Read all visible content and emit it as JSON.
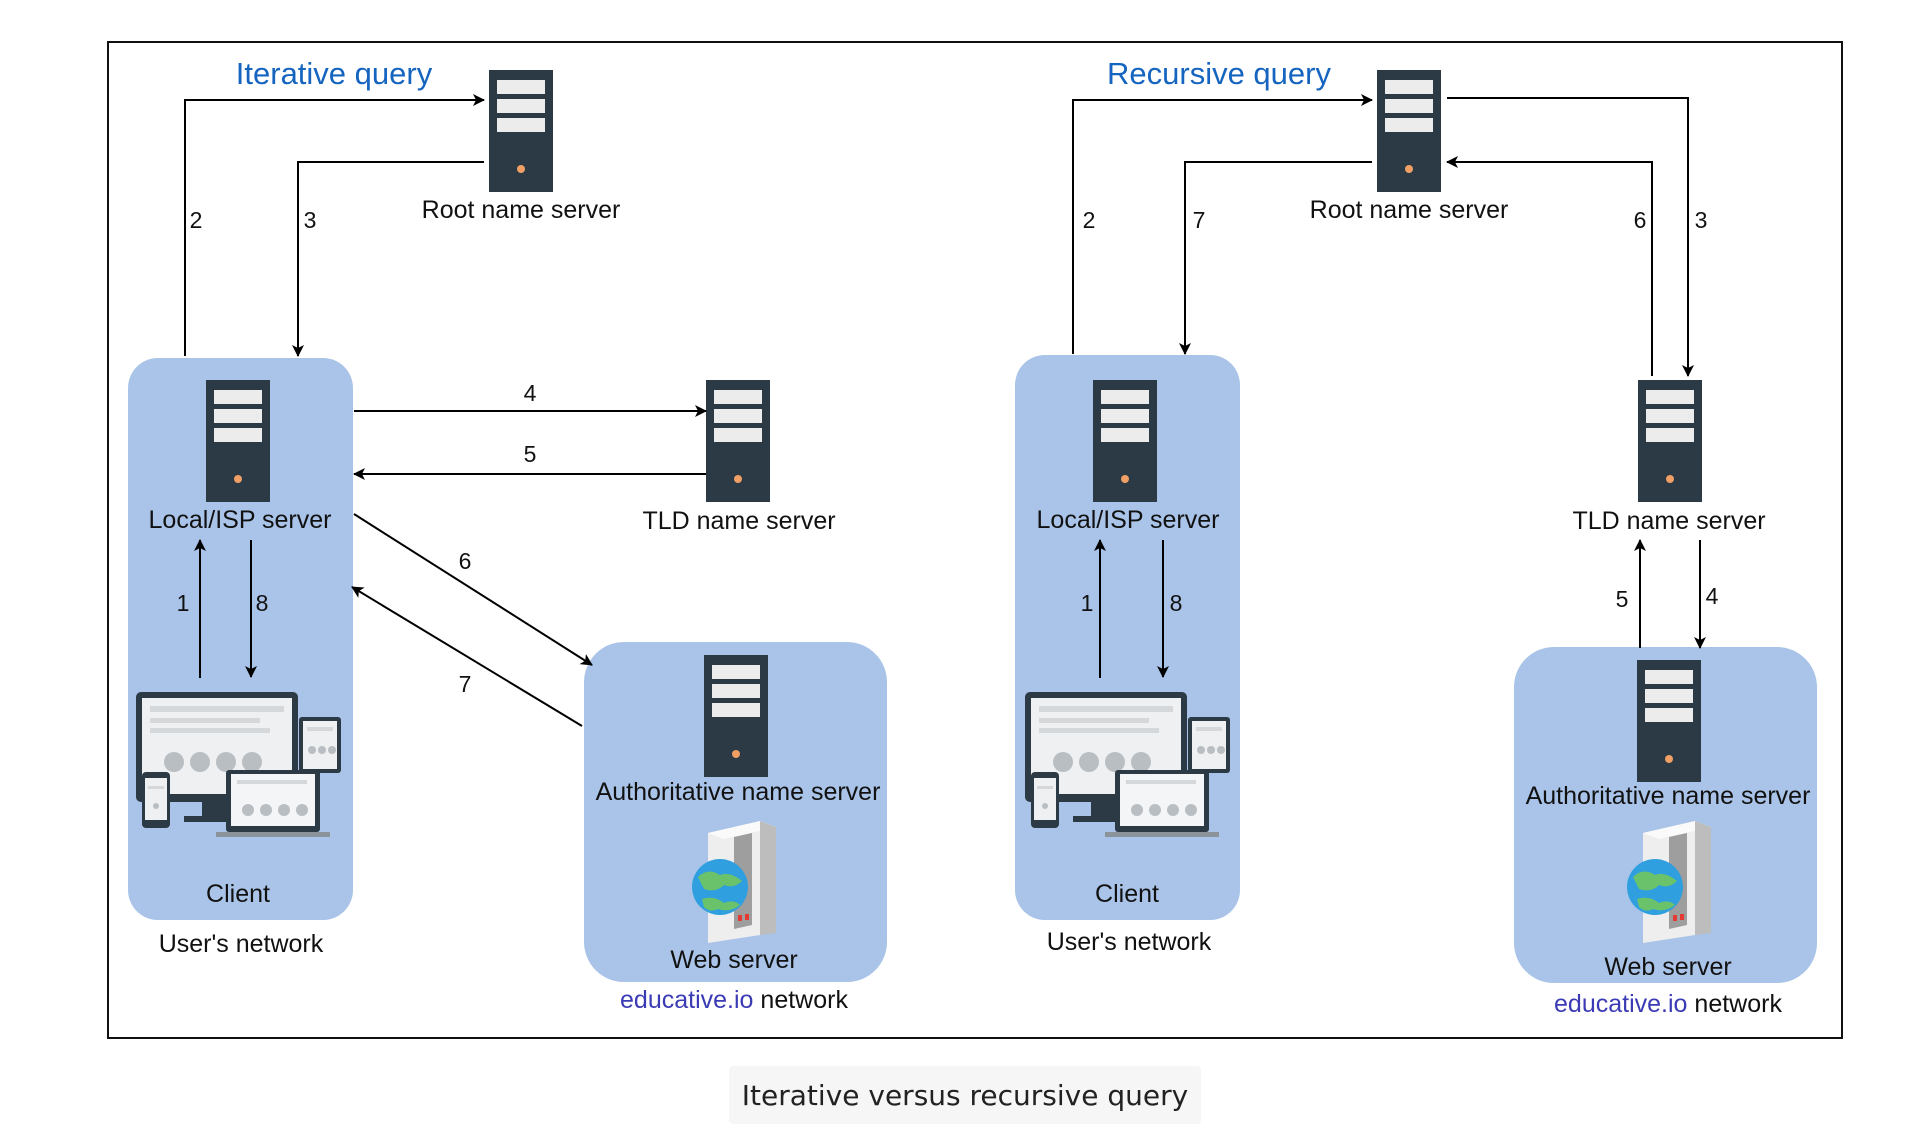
{
  "titles": {
    "iterative": "Iterative query",
    "recursive": "Recursive query"
  },
  "servers": {
    "root": "Root name server",
    "local": "Local/ISP server",
    "tld": "TLD name server",
    "authoritative": "Authoritative name server",
    "web": "Web server",
    "client": "Client"
  },
  "networks": {
    "users": "User's network",
    "brand": "educative.io",
    "suffix": " network"
  },
  "steps": {
    "iterative": [
      "2",
      "3",
      "4",
      "5",
      "6",
      "7",
      "1",
      "8"
    ],
    "recursive": [
      "2",
      "7",
      "6",
      "3",
      "1",
      "8",
      "5",
      "4"
    ]
  },
  "caption": "Iterative versus recursive query",
  "colors": {
    "title": "#1565c0",
    "region": "#a9c4e8",
    "server": "#2b3a44",
    "brand": "#3b3bb5"
  }
}
